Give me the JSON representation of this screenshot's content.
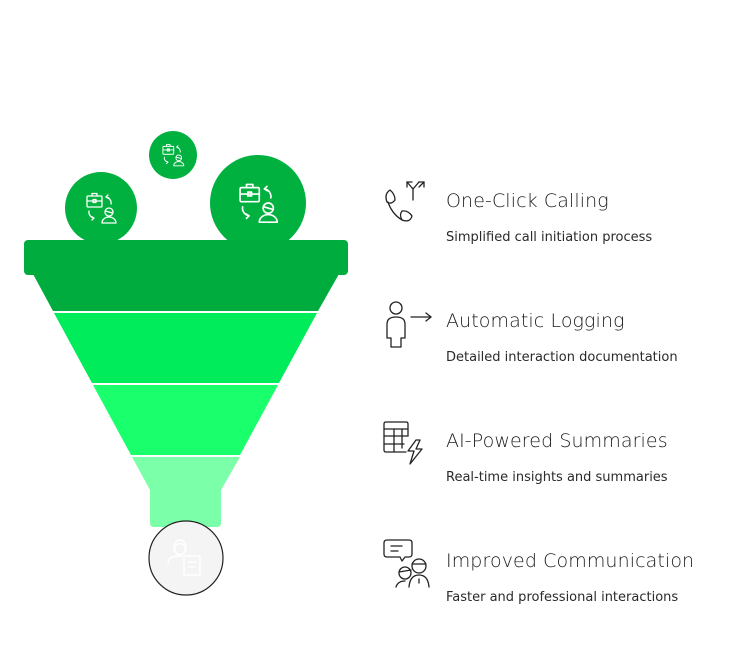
{
  "colors": {
    "band1": "#00AC3E",
    "band2": "#00EC5A",
    "band3": "#1AFF6C",
    "band4": "#7BFFA8",
    "top_circles": "#00B140",
    "output_circle_fill": "#F4F4F4",
    "output_circle_stroke": "#222222",
    "icon_stroke": "#222222"
  },
  "funnel": {
    "inputs": [
      {
        "icon": "briefcase-swap-person-icon",
        "size": "medium"
      },
      {
        "icon": "briefcase-swap-person-icon",
        "size": "small"
      },
      {
        "icon": "briefcase-swap-person-icon",
        "size": "large"
      }
    ],
    "output": {
      "icon": "agent-document-icon"
    }
  },
  "features": [
    {
      "icon": "phone-call-split-icon",
      "title": "One-Click Calling",
      "subtitle": "Simplified call initiation process"
    },
    {
      "icon": "person-arrow-icon",
      "title": "Automatic Logging",
      "subtitle": "Detailed interaction documentation"
    },
    {
      "icon": "table-lightning-icon",
      "title": "AI-Powered Summaries",
      "subtitle": "Real-time insights and summaries"
    },
    {
      "icon": "chat-people-icon",
      "title": "Improved Communication",
      "subtitle": "Faster and professional interactions"
    }
  ]
}
